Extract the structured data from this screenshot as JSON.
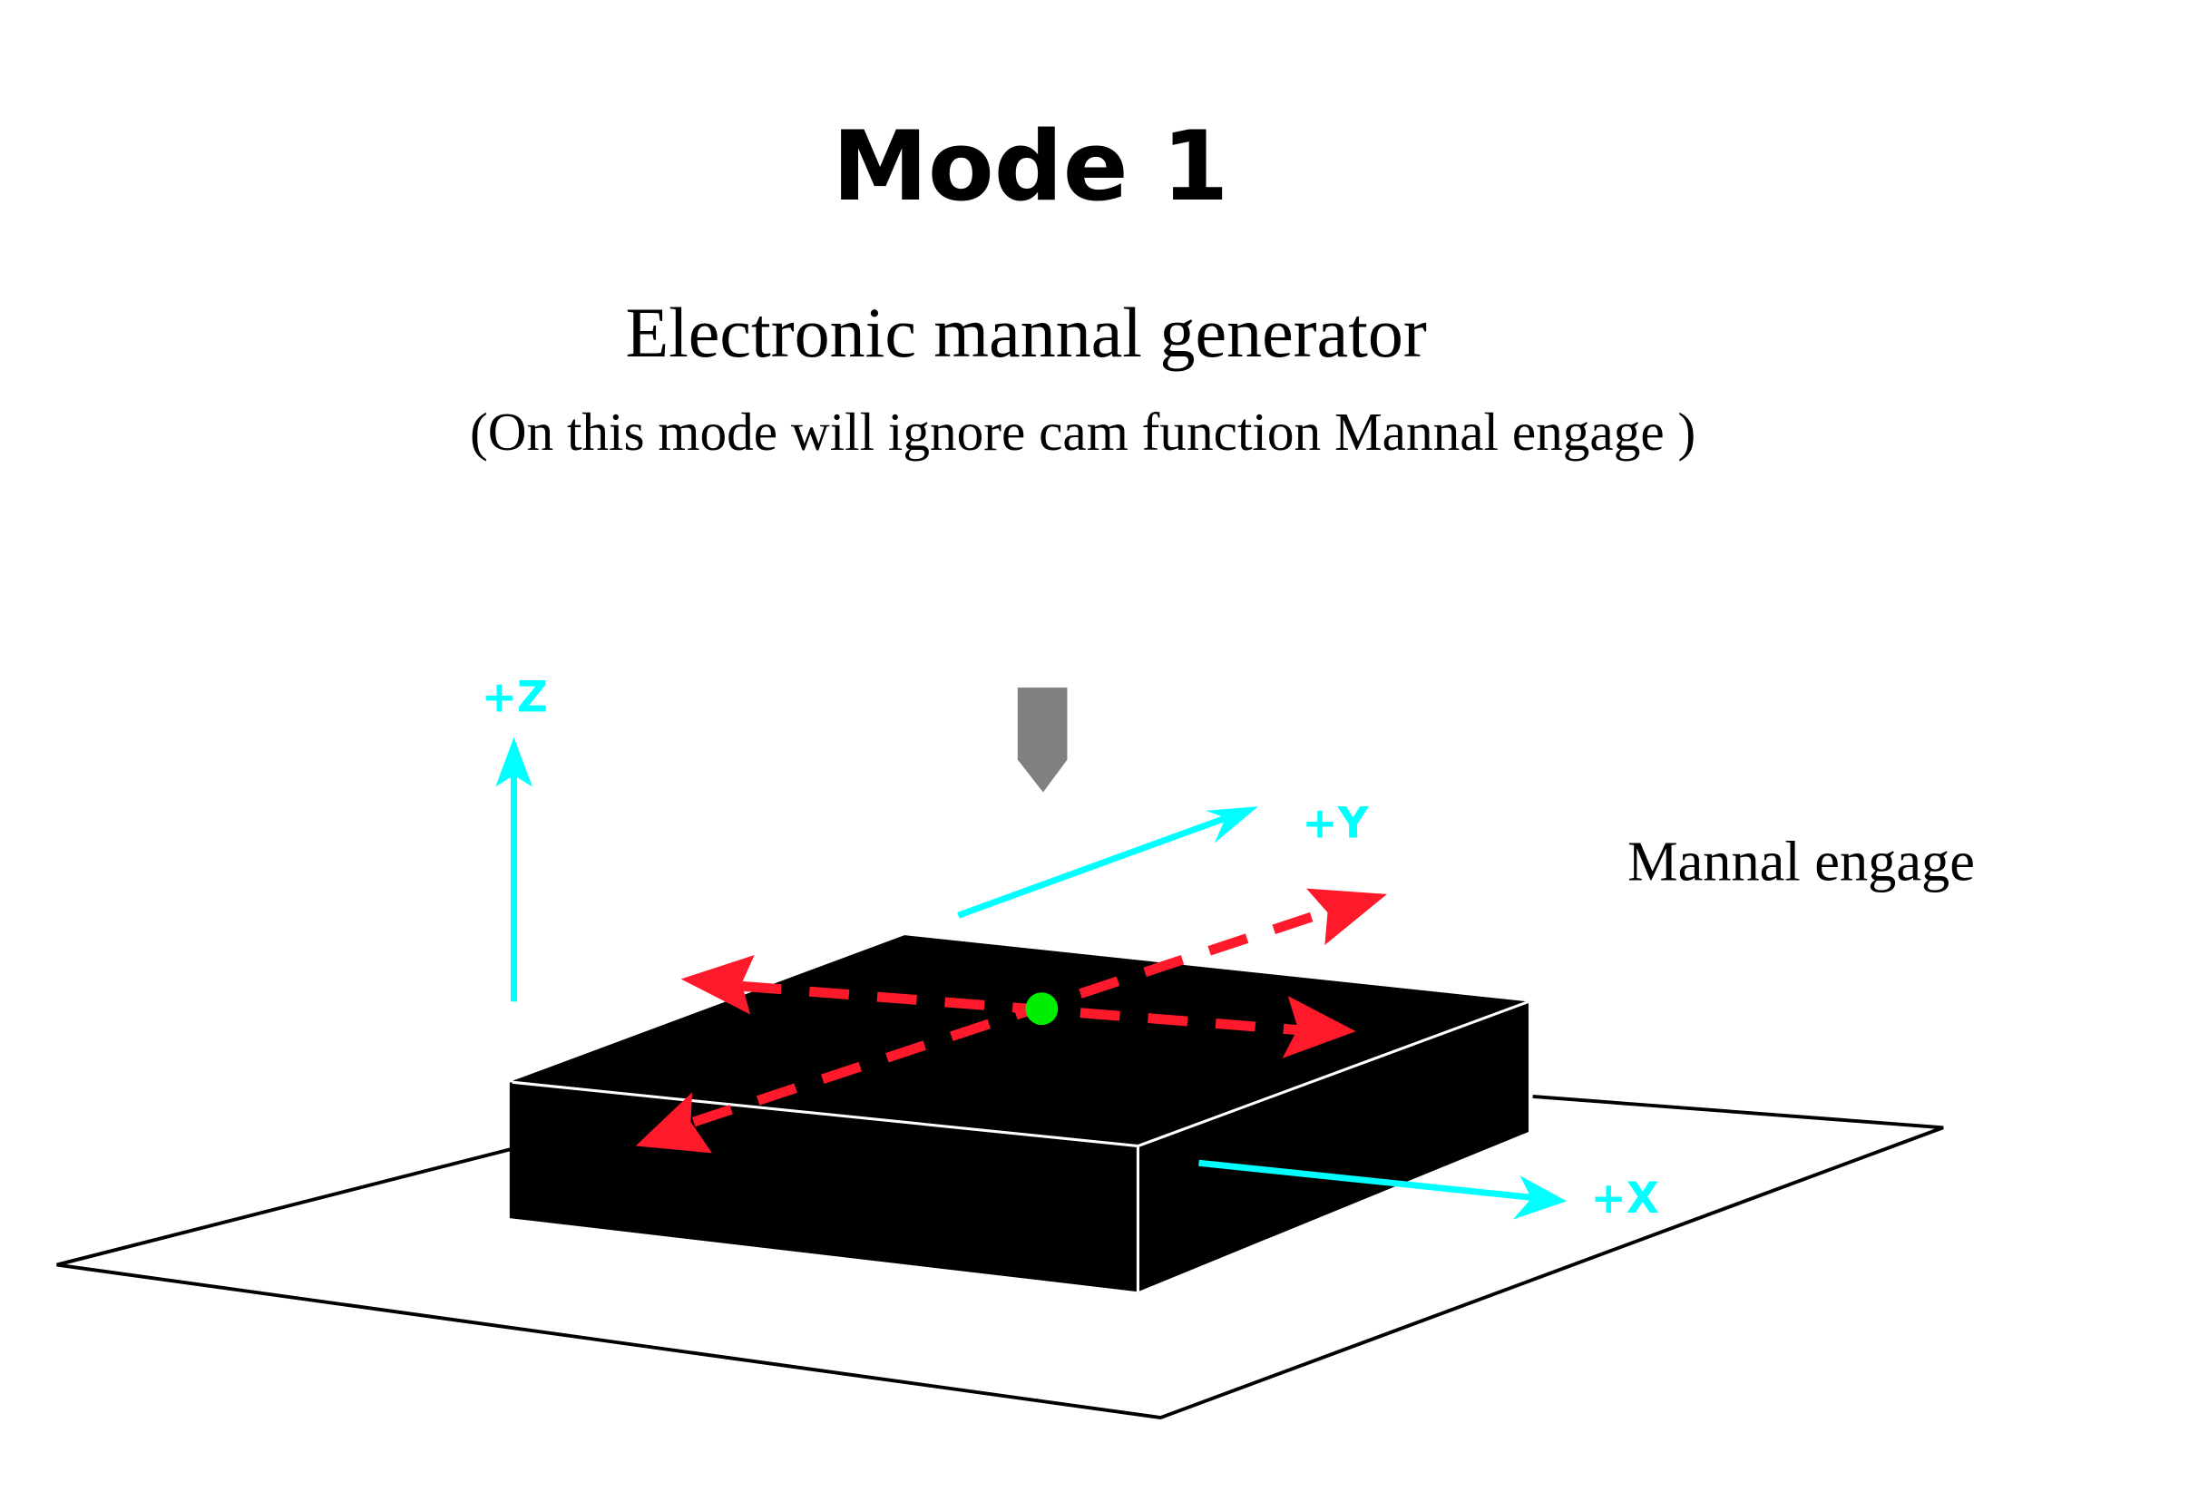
{
  "header": {
    "title": "Mode 1",
    "subtitle": "Electronic mannal generator",
    "note": "(On this mode will ignore cam function Mannal engage )"
  },
  "diagram": {
    "label": "Mannal engage",
    "axes": {
      "z": "+Z",
      "y": "+Y",
      "x": "+X"
    },
    "colors": {
      "axis": "#00ffff",
      "motion": "#ff1a2b",
      "origin": "#00ee00",
      "workpiece": "#000000",
      "tool": "#808080",
      "plane": "#000000"
    }
  }
}
